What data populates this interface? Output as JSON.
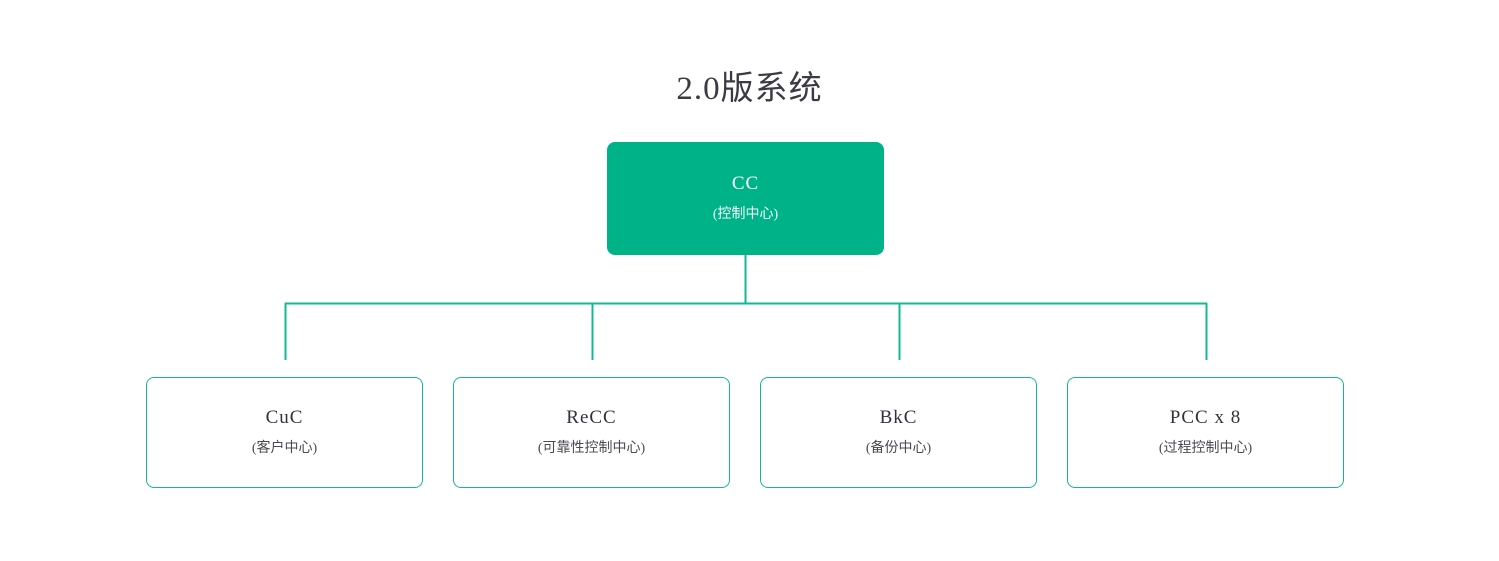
{
  "diagram": {
    "title": "2.0版系统",
    "type": "org-tree",
    "accent_color": "#00b288",
    "border_color": "#16b894",
    "background_color": "#ffffff",
    "title_color": "#3b3b44",
    "root": {
      "code": "CC",
      "name": "(控制中心)"
    },
    "children": [
      {
        "code": "CuC",
        "name": "(客户中心)"
      },
      {
        "code": "ReCC",
        "name": "(可靠性控制中心)"
      },
      {
        "code": "BkC",
        "name": "(备份中心)"
      },
      {
        "code": "PCC x 8",
        "name": "(过程控制中心)"
      }
    ]
  }
}
